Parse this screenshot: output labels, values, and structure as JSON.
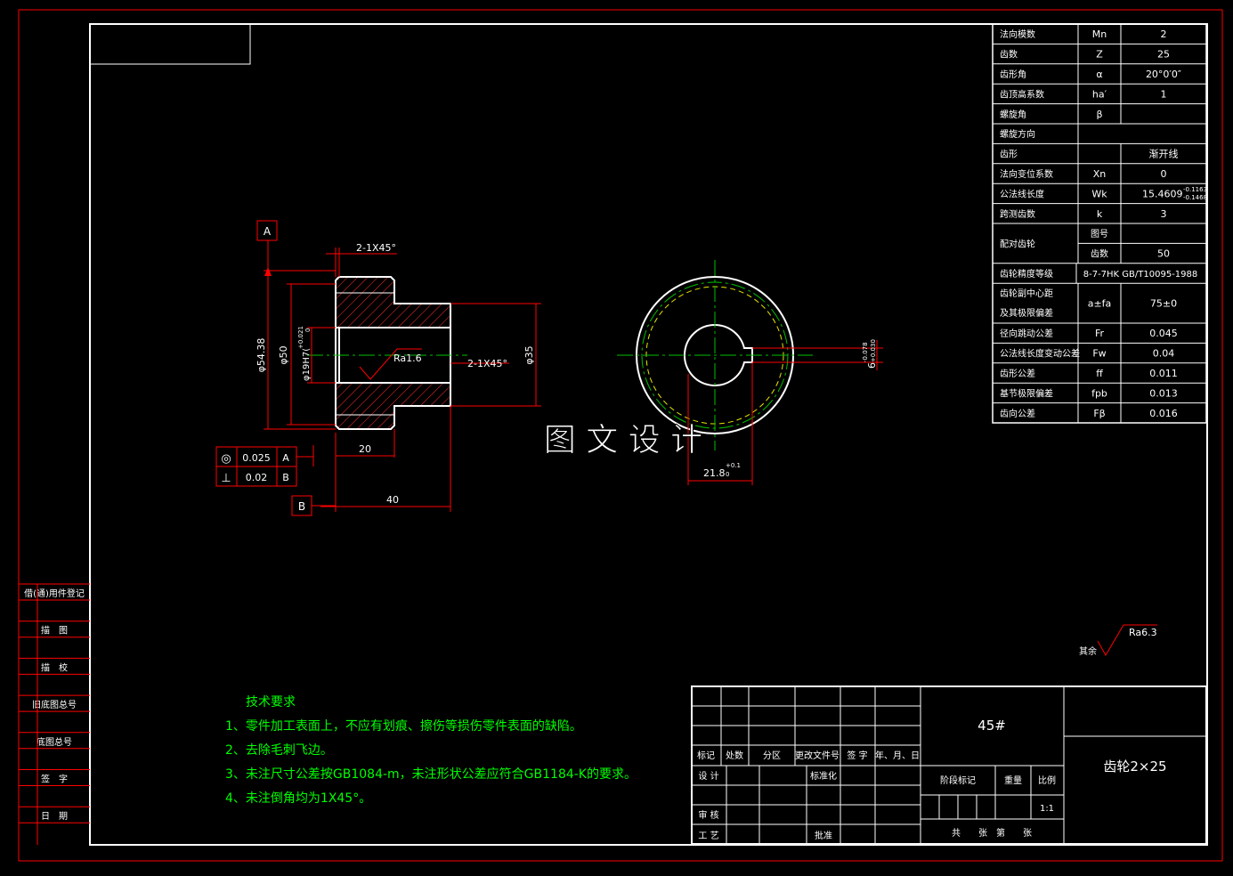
{
  "colors": {
    "background": "#000000",
    "frame": "#ff0000",
    "outline": "#ffffff",
    "center_line": "#00c000",
    "hidden_line": "#e6e600",
    "text": "#ffffff",
    "tech_text": "#00ff00"
  },
  "gear_params": [
    {
      "name": "法向模数",
      "symbol": "Mn",
      "value": "2"
    },
    {
      "name": "齿数",
      "symbol": "Z",
      "value": "25"
    },
    {
      "name": "齿形角",
      "symbol": "α",
      "value": "20°0′0″"
    },
    {
      "name": "齿顶高系数",
      "symbol": "ha′",
      "value": "1"
    },
    {
      "name": "螺旋角",
      "symbol": "β",
      "value": ""
    },
    {
      "name": "螺旋方向",
      "symbol": "",
      "value": ""
    },
    {
      "name": "齿形",
      "symbol": "",
      "value": "渐开线"
    },
    {
      "name": "法向变位系数",
      "symbol": "Xn",
      "value": "0"
    },
    {
      "name": "公法线长度",
      "symbol": "Wk",
      "value": "15.4609",
      "tol_upper": "-0.1163",
      "tol_lower": "-0.1468"
    },
    {
      "name": "跨测齿数",
      "symbol": "k",
      "value": "3"
    },
    {
      "name": "配对齿轮",
      "sub1": "图号",
      "val1": "",
      "sub2": "齿数",
      "val2": "50"
    },
    {
      "name": "齿轮精度等级",
      "value": "8-7-7HK GB/T10095-1988"
    },
    {
      "name": "齿轮副中心距",
      "name2": "及其极限偏差",
      "symbol": "a±fa",
      "value": "75±0"
    },
    {
      "name": "径向跳动公差",
      "symbol": "Fr",
      "value": "0.045"
    },
    {
      "name": "公法线长度变动公差",
      "symbol": "Fw",
      "value": "0.04"
    },
    {
      "name": "齿形公差",
      "symbol": "ff",
      "value": "0.011"
    },
    {
      "name": "基节极限偏差",
      "symbol": "fpb",
      "value": "0.013"
    },
    {
      "name": "齿向公差",
      "symbol": "Fβ",
      "value": "0.016"
    }
  ],
  "dims": {
    "datum_a": "A",
    "datum_b": "B",
    "chamfer_top": "2-1X45°",
    "chamfer_bore": "2-1X45°",
    "d_outer": "φ54.38",
    "d_root": "φ50",
    "d_bore": "φ19H7(",
    "d_bore_tol": "+0.021",
    "d_bore_tol2": "0",
    "d_hub": "φ35",
    "roughness_bore": "Ra1.6",
    "len_gear": "20",
    "len_total": "40",
    "keyway_width": "6",
    "keyway_tol": "-0.078",
    "keyway_tol2": "+0.030",
    "keyway_depth": "21.8",
    "keyway_depth_tol": "+0.1",
    "keyway_depth_tol2": "0"
  },
  "tolerances": [
    {
      "symbol": "◎",
      "value": "0.025",
      "datum": "A"
    },
    {
      "symbol": "⊥",
      "value": "0.02",
      "datum": "B"
    }
  ],
  "watermark": "图 文 设 计",
  "roughness_rest": {
    "label": "其余",
    "value": "Ra6.3"
  },
  "tech_req": {
    "title": "技术要求",
    "items": [
      "1、零件加工表面上，不应有划痕、擦伤等损伤零件表面的缺陷。",
      "2、去除毛刺飞边。",
      "3、未注尺寸公差按GB1084-m，未注形状公差应符合GB1184-K的要求。",
      "4、未注倒角均为1X45°。"
    ]
  },
  "side_labels": [
    "借(通)用件登记",
    "描　图",
    "描　校",
    "旧底图总号",
    "底图总号",
    "签　字",
    "日　期"
  ],
  "title_block": {
    "material": "45#",
    "part_name": "齿轮2×25",
    "headers": [
      "标记",
      "处数",
      "分区",
      "更改文件号",
      "签 字",
      "年、月、日"
    ],
    "design": "设 计",
    "standard": "标准化",
    "stage": "阶段标记",
    "weight": "重量",
    "scale_label": "比例",
    "scale": "1:1",
    "review": "审 核",
    "process": "工 艺",
    "approve": "批准",
    "sheets": "共　　张　第　　张"
  }
}
